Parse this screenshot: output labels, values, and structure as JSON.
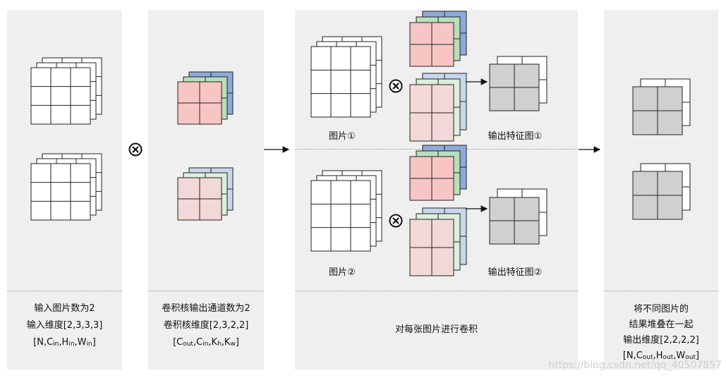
{
  "panels": {
    "input": {
      "caption_line1": "输入图片数为2",
      "caption_line2": "输入维度[2,3,3,3]",
      "caption_line3": {
        "pre": "[N,C",
        "sub1": "in",
        "mid1": ",H",
        "sub2": "in",
        "mid2": ",W",
        "sub3": "in",
        "post": "]"
      }
    },
    "kernel": {
      "caption_line1": "卷积核输出通道数为2",
      "caption_line2": "卷积核维度[2,3,2,2]",
      "caption_line3": {
        "pre": "[C",
        "sub1": "out",
        "mid1": ",C",
        "sub2": "in",
        "mid2": ",K",
        "sub3": "h",
        "mid3": ",K",
        "sub4": "w",
        "post": "]"
      }
    },
    "process": {
      "row1_image_label": "图片①",
      "row1_output_label": "输出特征图①",
      "row2_image_label": "图片②",
      "row2_output_label": "输出特征图②",
      "caption": "对每张图片进行卷积"
    },
    "output": {
      "caption_line1": "将不同图片的",
      "caption_line2": "结果堆叠在一起",
      "caption_line3": "输出维度[2,2,2,2]",
      "caption_line4": {
        "pre": "[N,C",
        "sub1": "out",
        "mid1": ",H",
        "sub2": "out",
        "mid2": ",W",
        "sub3": "out",
        "post": "]"
      }
    }
  },
  "symbols": {
    "convolution_operator": "⊗"
  },
  "watermark": "https://blog.csdn.net/qq_40507857",
  "colors": {
    "panel_bg": "#efefef",
    "kernel_blue": "#8eaadb",
    "kernel_green": "#b7dfb9",
    "kernel_red": "#f8c5c5",
    "kernel2_blue": "#c9d7ee",
    "kernel2_green": "#dcefdc",
    "kernel2_red": "#f2d8d8",
    "feature_gray": "#d0d0d0"
  }
}
